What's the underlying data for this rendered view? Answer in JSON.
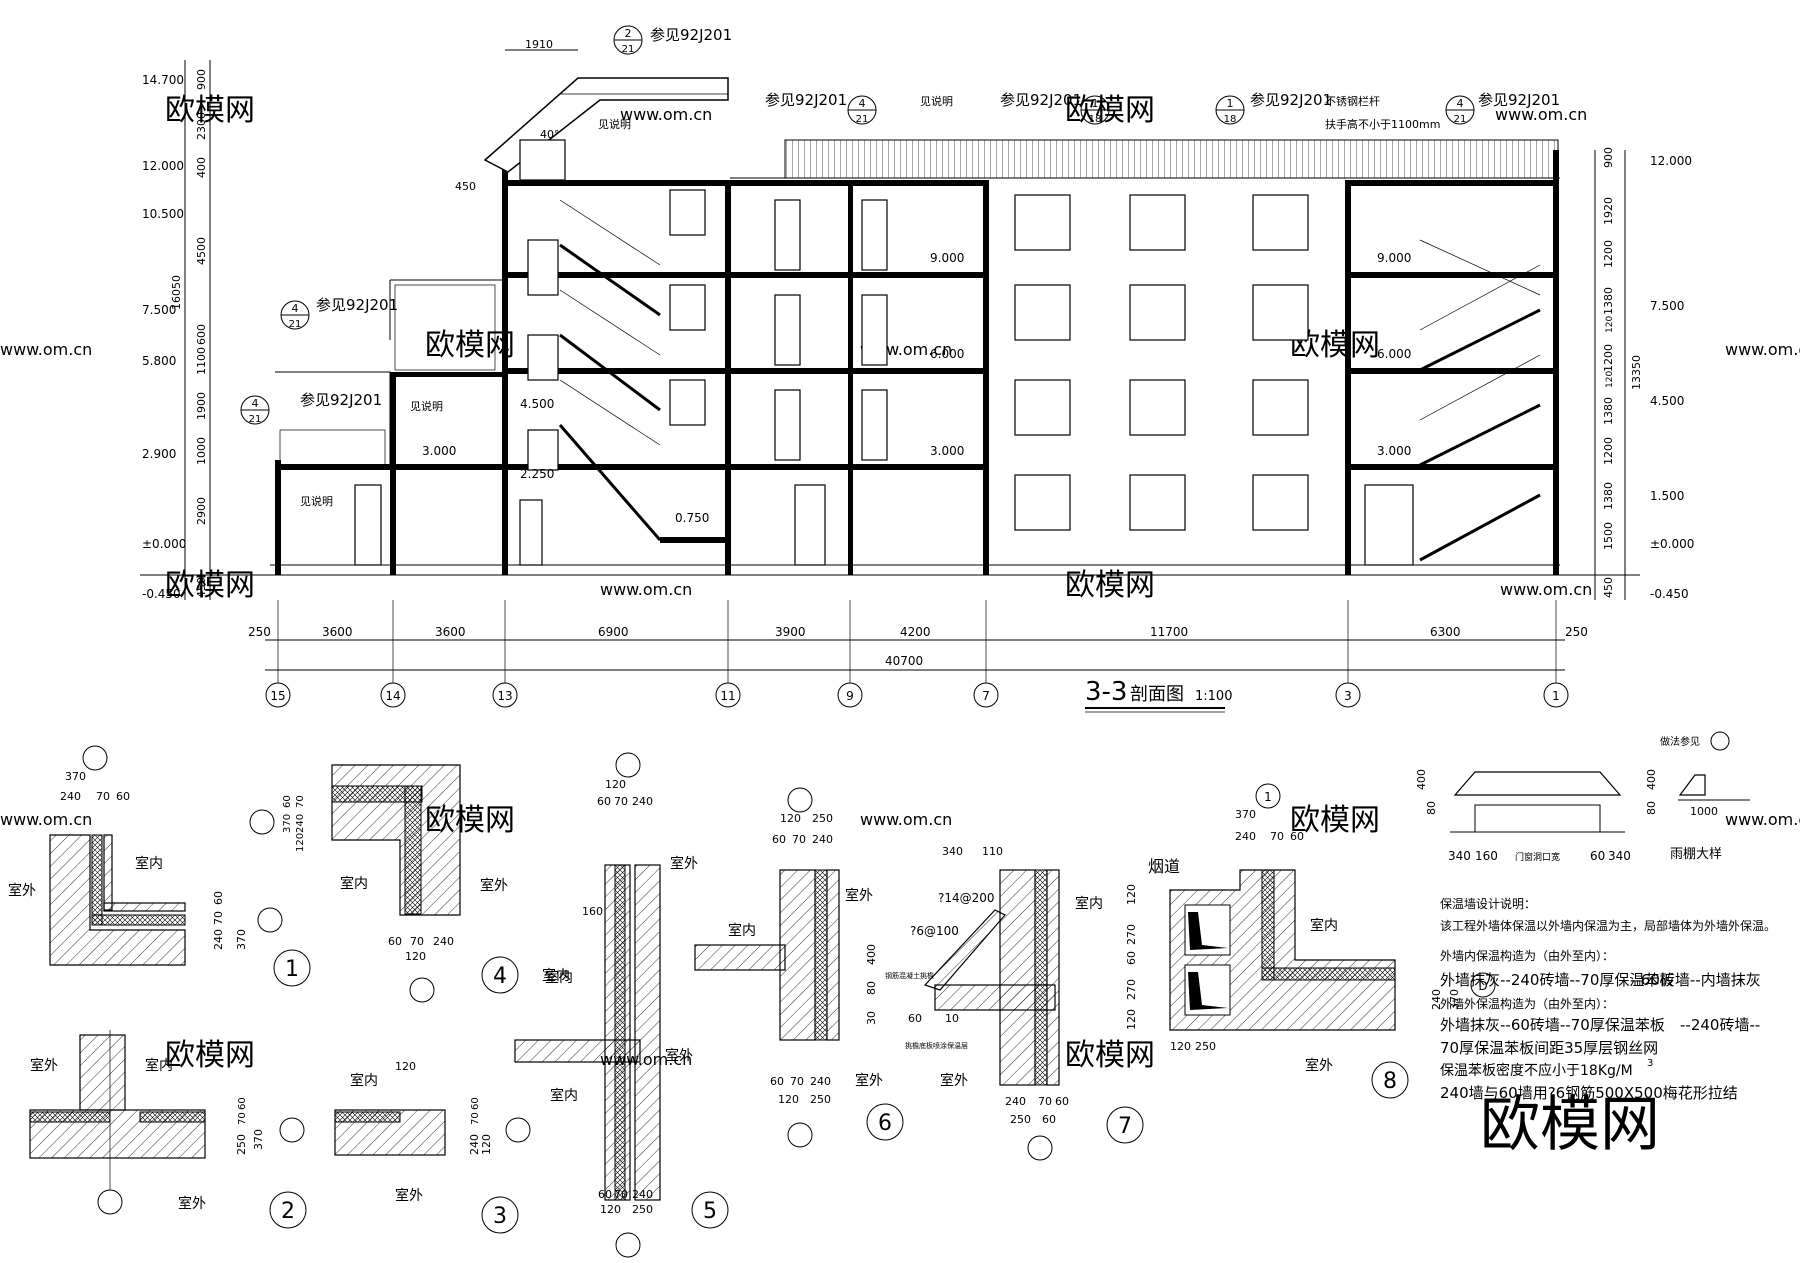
{
  "watermark": {
    "brand": "欧模网",
    "url": "www.om.cn"
  },
  "section": {
    "title": "3-3",
    "title_suffix": "剖面图",
    "scale": "1:100",
    "ref_std": "参见92J201",
    "ref_labels": [
      "见说明",
      "见说明",
      "见说明",
      "见说明"
    ],
    "railing_note_1": "不锈钢栏杆",
    "railing_note_2": "扶手高不小于1100mm",
    "roof_angle": "40°",
    "top_dim": "1910",
    "eave_dim": "450",
    "ref_circles": [
      {
        "num": "2",
        "sheet": "21"
      },
      {
        "num": "4",
        "sheet": "21"
      },
      {
        "num": "1",
        "sheet": "18"
      },
      {
        "num": "1",
        "sheet": "18"
      },
      {
        "num": "4",
        "sheet": "21"
      },
      {
        "num": "4",
        "sheet": "21"
      },
      {
        "num": "4",
        "sheet": "21"
      }
    ],
    "left_elevations": [
      "14.700",
      "12.000",
      "10.500",
      "7.500",
      "5.800",
      "2.900",
      "±0.000",
      "-0.450"
    ],
    "left_dims": [
      "900",
      "2300",
      "400",
      "4500",
      "600",
      "1100",
      "1900",
      "1000",
      "2900",
      "450"
    ],
    "left_total": "16050",
    "right_elevations": [
      "12.000",
      "7.500",
      "4.500",
      "1.500",
      "±0.000",
      "-0.450"
    ],
    "right_dims": [
      "900",
      "1920",
      "1200",
      "1380",
      "120",
      "1200",
      "120",
      "1380",
      "1200",
      "1380",
      "1500",
      "450"
    ],
    "right_total": "13350",
    "floor_levels": [
      "9.000",
      "6.000",
      "3.000",
      "9.000",
      "6.000",
      "3.000",
      "4.500",
      "2.250",
      "0.750",
      "3.000"
    ],
    "axis_dims": [
      "250",
      "3600",
      "3600",
      "6900",
      "3900",
      "4200",
      "11700",
      "6300",
      "250"
    ],
    "axis_total": "40700",
    "axes": [
      "15",
      "14",
      "13",
      "11",
      "9",
      "7",
      "3",
      "1"
    ]
  },
  "details": {
    "labels": {
      "outside": "室外",
      "inside": "室内",
      "flue": "烟道"
    },
    "d1": {
      "num": "1",
      "top_dims": [
        "370",
        "240",
        "70",
        "60"
      ],
      "side_dims": [
        "60",
        "70",
        "240",
        "370"
      ]
    },
    "d2": {
      "num": "2",
      "dims": [
        "60",
        "70",
        "250",
        "370"
      ]
    },
    "d3": {
      "num": "3",
      "dims": [
        "120",
        "60",
        "70",
        "240",
        "120"
      ]
    },
    "d4": {
      "num": "4",
      "dims": [
        "60",
        "370",
        "70",
        "240",
        "120",
        "60",
        "70",
        "240",
        "120"
      ]
    },
    "d5": {
      "num": "5",
      "dims": [
        "120",
        "60",
        "70",
        "240",
        "160",
        "60",
        "70",
        "240",
        "120",
        "250"
      ]
    },
    "d6": {
      "num": "6",
      "dims": [
        "120",
        "250",
        "60",
        "70",
        "240",
        "60",
        "70",
        "240",
        "120",
        "250"
      ]
    },
    "d7": {
      "num": "7",
      "dims": [
        "340",
        "110",
        "?14@200",
        "?6@100",
        "400",
        "80",
        "30",
        "60",
        "10",
        "240",
        "70",
        "60",
        "250",
        "60"
      ],
      "notes": [
        "钢筋混凝土挑檐",
        "挑檐底板喷涂保温层"
      ]
    },
    "d8": {
      "num": "8",
      "axis": "1",
      "axis_d": "D",
      "dims": [
        "370",
        "240",
        "70",
        "60",
        "120",
        "270",
        "60",
        "270",
        "120",
        "240",
        "370",
        "120",
        "250"
      ]
    },
    "canopy": {
      "title": "雨棚大样",
      "ref": "做法参见",
      "dims": [
        "400",
        "80",
        "400",
        "80",
        "1000",
        "340",
        "160",
        "门窗洞口宽",
        "60",
        "340"
      ]
    }
  },
  "notes": {
    "title": "保温墙设计说明：",
    "lines": [
      "该工程外墙体保温以外墙内保温为主，局部墙体为外墙外保温。",
      "外墙内保温构造为（由外至内）：",
      "外墙抹灰--240砖墙--70厚保温苯板",
      "--60砖墙--内墙抹灰",
      "外墙外保温构造为（由外至内）：",
      "外墙抹灰--60砖墙--70厚保温苯板",
      "--240砖墙--",
      "70厚保温苯板间距35厚层钢丝网",
      "保温苯板密度不应小于18Kg/M",
      "240墙与60墙用?6钢筋500X500梅花形拉结"
    ],
    "superscript": "3"
  }
}
